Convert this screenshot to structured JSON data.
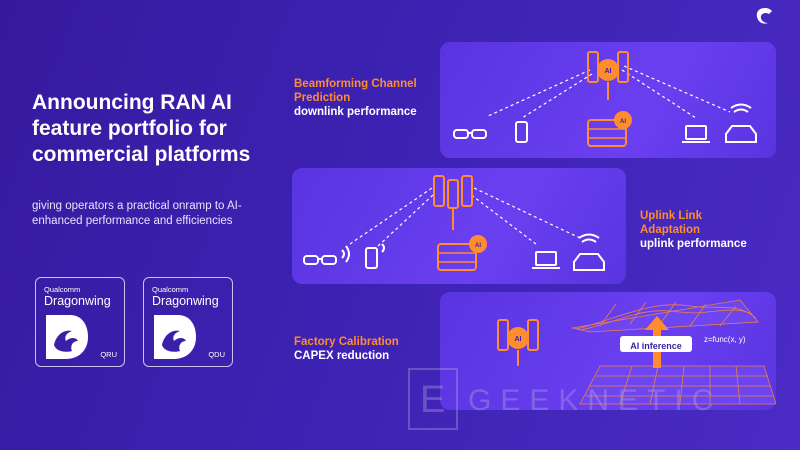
{
  "headline": "Announcing RAN AI feature portfolio for commercial platforms",
  "subline": "giving operators a practical onramp to AI-enhanced performance and efficiencies",
  "products": [
    {
      "brand": "Qualcomm",
      "family": "Dragonwing",
      "code": "QRU"
    },
    {
      "brand": "Qualcomm",
      "family": "Dragonwing",
      "code": "QDU"
    }
  ],
  "panels": {
    "beamforming": {
      "title_line1": "Beamforming Channel",
      "title_line2": "Prediction",
      "subtitle": "downlink performance"
    },
    "uplink": {
      "title_line1": "Uplink Link",
      "title_line2": "Adaptation",
      "subtitle": "uplink performance"
    },
    "factory": {
      "title": "Factory Calibration",
      "subtitle": "CAPEX reduction",
      "ai_label": "AI inference",
      "formula": "z=func(x, y)"
    }
  },
  "watermark": {
    "letter": "E",
    "text": "GEEKNETIC"
  },
  "colors": {
    "background": "#3a1fa8",
    "panel": "#6a3ff0",
    "accent": "#ff8c2e",
    "text": "#ffffff"
  },
  "icons": [
    "corner-logo-icon",
    "glasses-icon",
    "phone-icon",
    "server-icon",
    "laptop-icon",
    "car-icon",
    "antenna-icon",
    "chip-icon",
    "dragonwing-icon"
  ]
}
